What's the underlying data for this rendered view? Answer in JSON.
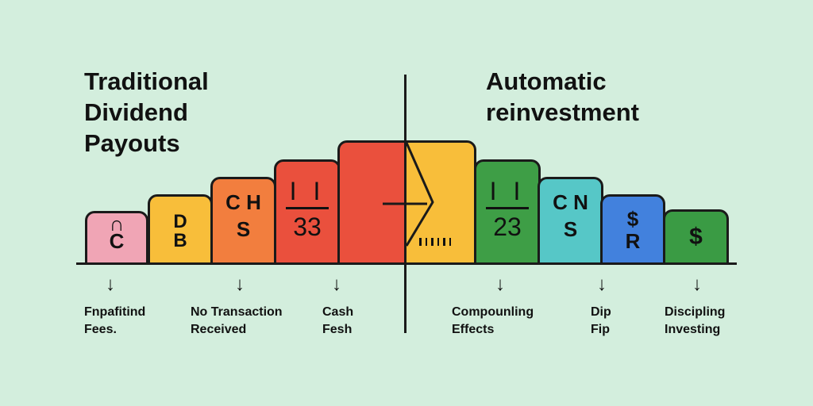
{
  "titles": {
    "left": [
      "Traditional",
      "Dividend",
      "Payouts"
    ],
    "right": [
      "Automatic",
      "reinvestment"
    ]
  },
  "colors": {
    "background": "#d3eedd",
    "pink": "#f0a5b5",
    "yellow": "#f8be3a",
    "orange": "#f27e3e",
    "red": "#ea503d",
    "green": "#3e9e46",
    "teal": "#56c7c7",
    "blue": "#4281dd",
    "darkgreen": "#3a9b44"
  },
  "blocks": [
    {
      "color": "pink",
      "lines": [
        "∩",
        "C"
      ]
    },
    {
      "color": "yellow",
      "lines": [
        "D",
        "B"
      ]
    },
    {
      "color": "orange",
      "lines": [
        "C H",
        "S"
      ]
    },
    {
      "color": "red",
      "top": "I I",
      "bottom": "33"
    },
    {
      "color": "red",
      "center": "yes"
    },
    {
      "color": "yellow",
      "center": "yes"
    },
    {
      "color": "green",
      "top": "I I",
      "bottom": "23"
    },
    {
      "color": "teal",
      "lines": [
        "C N",
        "S"
      ]
    },
    {
      "color": "blue",
      "lines": [
        "$",
        "R"
      ]
    },
    {
      "color": "darkgreen",
      "lines": [
        "$"
      ]
    }
  ],
  "captions": {
    "c1": [
      "Fnpafitind",
      "Fees."
    ],
    "c2": [
      "No Transaction",
      "Received"
    ],
    "c3": [
      "Cash",
      "Fesh"
    ],
    "c4": [
      "Compounling",
      "Effects"
    ],
    "c5": [
      "Dip",
      "Fip"
    ],
    "c6": [
      "Discipling",
      "Investing"
    ]
  },
  "arrow_glyph": "↓"
}
